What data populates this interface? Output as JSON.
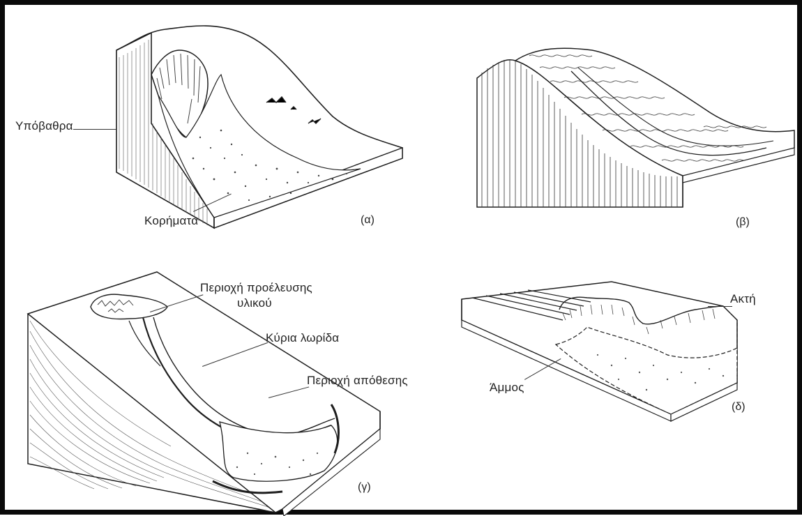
{
  "panels": {
    "a": {
      "id_label": "(α)",
      "bedrock_label": "Υπόβαθρα",
      "scree_label": "Κορήματα"
    },
    "b": {
      "id_label": "(β)"
    },
    "c": {
      "id_label": "(γ)",
      "source_label_line1": "Περιοχή προέλευσης",
      "source_label_line2": "υλικού",
      "channel_label": "Κύρια λωρίδα",
      "deposit_label": "Περιοχή απόθεσης"
    },
    "d": {
      "id_label": "(δ)",
      "coast_label": "Ακτή",
      "sand_label": "Άμμος"
    }
  },
  "colors": {
    "ink": "#1e1e1e",
    "frame": "#0a0a0a",
    "paper": "#ffffff"
  }
}
